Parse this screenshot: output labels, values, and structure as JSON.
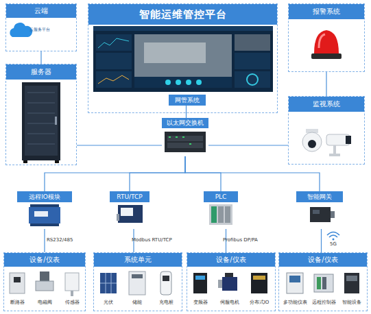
{
  "diagram": {
    "nodes": [
      {
        "text": [
          "云端",
          "云服务平台"
        ]
      },
      {
        "text": [
          "服务器"
        ]
      },
      {
        "text": [
          "智能运维管控平台"
        ]
      },
      {
        "text": [
          "网管系统"
        ],
        "in": 2
      },
      {
        "text": [
          "以太网交换机"
        ]
      },
      {
        "text": [
          "报警系统"
        ]
      },
      {
        "text": [
          "监视系统"
        ]
      },
      {
        "text": [
          "远程IO模块"
        ]
      },
      {
        "text": [
          "RTU/TCP"
        ]
      },
      {
        "text": [
          "PLC"
        ]
      },
      {
        "text": [
          "智能网关"
        ]
      },
      {
        "text": [
          "设备/仪表"
        ]
      },
      {
        "text": [
          "系统单元"
        ]
      },
      {
        "text": [
          "设备/仪表"
        ]
      },
      {
        "text": [
          "设备/仪表"
        ]
      }
    ],
    "edges": [
      {
        "from": 0,
        "to": 1,
        "arrow": "none"
      },
      {
        "from": 1,
        "to": 4,
        "arrow": "none"
      },
      {
        "from": 3,
        "to": 4,
        "arrow": "none"
      },
      {
        "from": 5,
        "to": 6,
        "arrow": "none"
      },
      {
        "from": 4,
        "to": 6,
        "arrow": "none"
      },
      {
        "from": 4,
        "to": 7,
        "arrow": "none"
      },
      {
        "from": 4,
        "to": 8,
        "arrow": "none"
      },
      {
        "from": 4,
        "to": 9,
        "arrow": "none"
      },
      {
        "from": 4,
        "to": 10,
        "arrow": "none"
      },
      {
        "from": 7,
        "to": 11,
        "label": "RS232/485",
        "arrow": "none"
      },
      {
        "from": 8,
        "to": 12,
        "label": "Modbus RTU/TCP",
        "arrow": "none"
      },
      {
        "from": 9,
        "to": 13,
        "label": "Profibus DP/PA",
        "arrow": "none"
      },
      {
        "from": 10,
        "to": 14,
        "label": "5G",
        "arrow": "none"
      }
    ],
    "labels": [
      "断路器",
      "电磁阀",
      "传感器",
      "光伏",
      "储能",
      "充电桩",
      "变频器",
      "伺服电机",
      "分布式IO",
      "多功能仪表",
      "远程控制器",
      "智能设备"
    ]
  }
}
